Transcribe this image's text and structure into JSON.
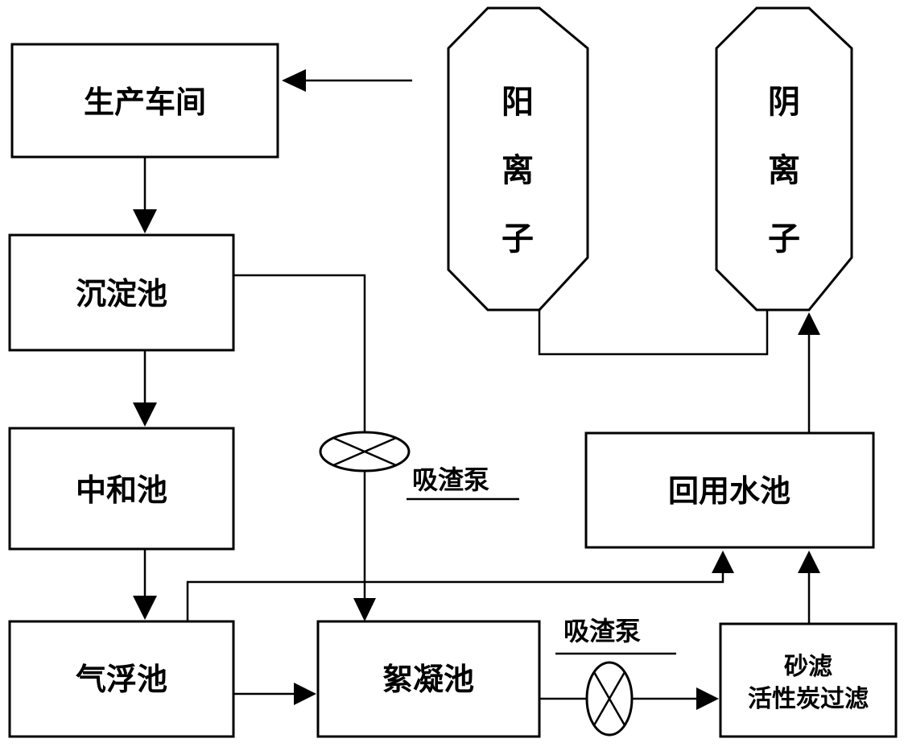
{
  "boxes": {
    "workshop": "生产车间",
    "sedimentation": "沉淀池",
    "neutralization": "中和池",
    "flotation": "气浮池",
    "flocculation": "絮凝池",
    "reuse_pool": "回用水池",
    "filter_line1": "砂滤",
    "filter_line2": "活性炭过滤"
  },
  "tanks": {
    "cation": [
      "阳",
      "离",
      "子"
    ],
    "anion": [
      "阴",
      "离",
      "子"
    ]
  },
  "pumps": {
    "pump_upper_label": "吸渣泵",
    "pump_lower_label": "吸渣泵"
  }
}
